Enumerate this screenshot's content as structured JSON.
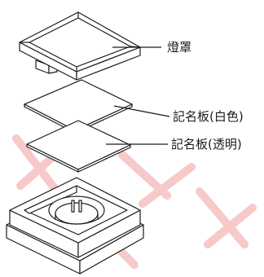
{
  "labels": {
    "cover": "燈罩",
    "name_plate_white": "記名板(白色)",
    "name_plate_clear": "記名板(透明)"
  },
  "colors": {
    "line": "#1a1a1a",
    "fill": "#ffffff",
    "watermark": "#f7c6c6"
  }
}
